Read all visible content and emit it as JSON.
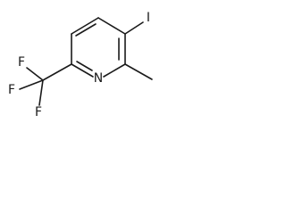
{
  "molecule": {
    "atoms": {
      "iodine": "I",
      "nitrogen": "N",
      "fluorine_top": "F",
      "fluorine_left": "F",
      "fluorine_bottom": "F"
    }
  },
  "colors": {
    "bond": "#1a1a1a",
    "label": "#1a1a1a",
    "background": "#ffffff"
  }
}
